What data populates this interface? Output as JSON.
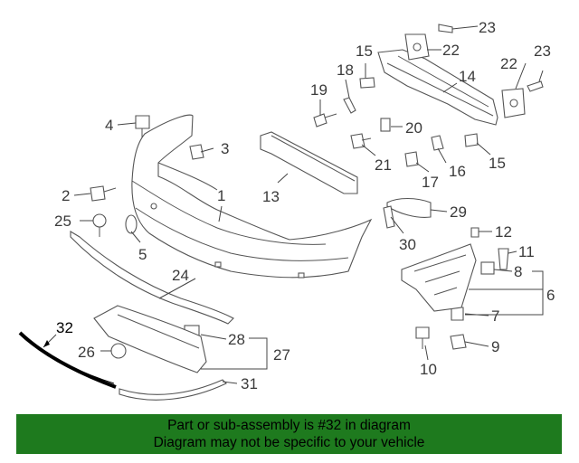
{
  "diagram": {
    "callouts": {
      "c1": "1",
      "c2": "2",
      "c3": "3",
      "c4": "4",
      "c5": "5",
      "c6": "6",
      "c7": "7",
      "c8": "8",
      "c9": "9",
      "c10": "10",
      "c11": "11",
      "c12": "12",
      "c13": "13",
      "c14": "14",
      "c15a": "15",
      "c15b": "15",
      "c16": "16",
      "c17": "17",
      "c18": "18",
      "c19": "19",
      "c20": "20",
      "c21": "21",
      "c22a": "22",
      "c22b": "22",
      "c23a": "23",
      "c23b": "23",
      "c24": "24",
      "c25": "25",
      "c26": "26",
      "c27": "27",
      "c28": "28",
      "c29": "29",
      "c30": "30",
      "c31": "31",
      "c32": "32"
    },
    "highlight_color": "#000000",
    "line_color": "#555555"
  },
  "banner": {
    "line1": "Part or sub-assembly is #32 in diagram",
    "line2": "Diagram may not be specific to your vehicle",
    "background": "#1e7a1e"
  }
}
